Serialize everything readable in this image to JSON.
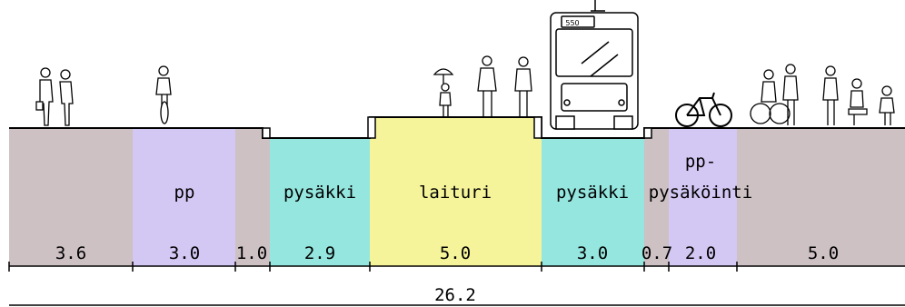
{
  "colors": {
    "grey": "#cdc1c4",
    "lilac": "#d3c7f3",
    "cyan": "#94e6df",
    "yellow": "#f6f49a"
  },
  "segments": [
    {
      "label": "",
      "width": "3.6",
      "color": "grey"
    },
    {
      "label": "pp",
      "width": "3.0",
      "color": "lilac"
    },
    {
      "label": "",
      "width": "1.0",
      "color": "grey"
    },
    {
      "label": "pysäkki",
      "width": "2.9",
      "color": "cyan"
    },
    {
      "label": "laituri",
      "width": "5.0",
      "color": "yellow"
    },
    {
      "label": "pysäkki",
      "width": "3.0",
      "color": "cyan"
    },
    {
      "label": "",
      "width": "0.7",
      "color": "grey"
    },
    {
      "label_line1": "pp-",
      "label_line2": "pysäköinti",
      "width": "2.0",
      "color": "lilac"
    },
    {
      "label": "",
      "width": "5.0",
      "color": "grey"
    }
  ],
  "total_width": "26.2",
  "bus_number": "550",
  "icons": {
    "pedestrians_left": "pedestrian-pair-icon",
    "cyclist": "cyclist-icon",
    "platform_people": "waiting-passengers-icon",
    "bus": "trolleybus-front-icon",
    "parked_bikes": "parked-bicycles-icon",
    "right_people": "sidewalk-people-icon"
  }
}
